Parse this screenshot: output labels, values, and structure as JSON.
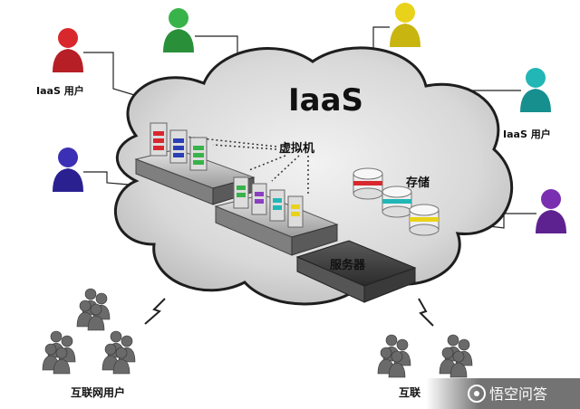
{
  "cloud": {
    "title": "IaaS"
  },
  "labels": {
    "vm": "虚拟机",
    "storage": "存储",
    "server": "服务器",
    "iaas_user_left": "IaaS 用户",
    "iaas_user_right": "IaaS 用户",
    "internet_users_left": "互联网用户",
    "internet_users_right_partial": "互联"
  },
  "watermark": {
    "text": "悟空问答"
  },
  "users": [
    {
      "id": "red",
      "color": "#d9272e"
    },
    {
      "id": "green",
      "color": "#37b34a"
    },
    {
      "id": "yellow",
      "color": "#e9d21a"
    },
    {
      "id": "blue",
      "color": "#3b2fb5"
    },
    {
      "id": "cyan",
      "color": "#22b6b6"
    },
    {
      "id": "purple",
      "color": "#7a2fb0"
    }
  ]
}
